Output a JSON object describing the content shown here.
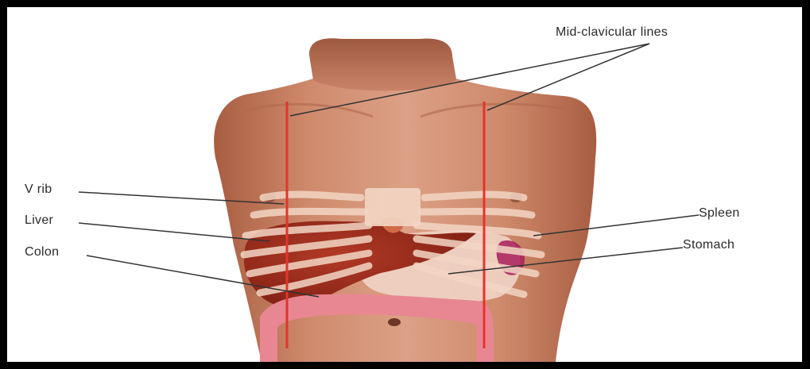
{
  "labels": {
    "mid_clavicular": "Mid-clavicular lines",
    "v_rib": "V rib",
    "liver": "Liver",
    "colon": "Colon",
    "spleen": "Spleen",
    "stomach": "Stomach"
  },
  "colors": {
    "border": "#000000",
    "background": "#ffffff",
    "skin": "#d49377",
    "skin_shadow": "#a85d41",
    "midclavicular_line": "#e8322a",
    "liver": "#9c2c1c",
    "colon": "#e88792",
    "stomach": "#efd2c4",
    "spleen": "#a81f5a",
    "rib": "#f3d6c4",
    "leader_line": "#333333"
  }
}
